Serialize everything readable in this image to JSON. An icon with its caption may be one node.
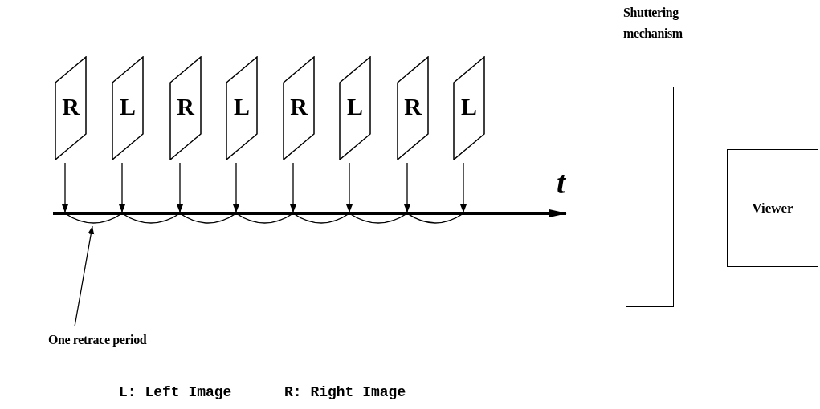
{
  "diagram": {
    "nodes": [
      {
        "text": [
          "R"
        ]
      },
      {
        "text": [
          "L"
        ]
      },
      {
        "text": [
          "R"
        ]
      },
      {
        "text": [
          "L"
        ]
      },
      {
        "text": [
          "R"
        ]
      },
      {
        "text": [
          "L"
        ]
      },
      {
        "text": [
          "R"
        ]
      },
      {
        "text": [
          "L"
        ]
      },
      {
        "text": [
          "One retrace period"
        ]
      },
      {
        "text": [
          "Shuttering mechanism"
        ]
      },
      {
        "text": [
          "Viewer"
        ]
      }
    ],
    "edges": [
      {
        "from": 0,
        "to": null,
        "arrow": "to"
      },
      {
        "from": 1,
        "to": null,
        "arrow": "to"
      },
      {
        "from": 2,
        "to": null,
        "arrow": "to"
      },
      {
        "from": 3,
        "to": null,
        "arrow": "to"
      },
      {
        "from": 4,
        "to": null,
        "arrow": "to"
      },
      {
        "from": 5,
        "to": null,
        "arrow": "to"
      },
      {
        "from": 6,
        "to": null,
        "arrow": "to"
      },
      {
        "from": 7,
        "to": null,
        "arrow": "to"
      },
      {
        "from": 8,
        "to": null,
        "arrow": "to"
      }
    ],
    "labels": [
      "t",
      "L: Left Image",
      "R: Right Image"
    ]
  }
}
